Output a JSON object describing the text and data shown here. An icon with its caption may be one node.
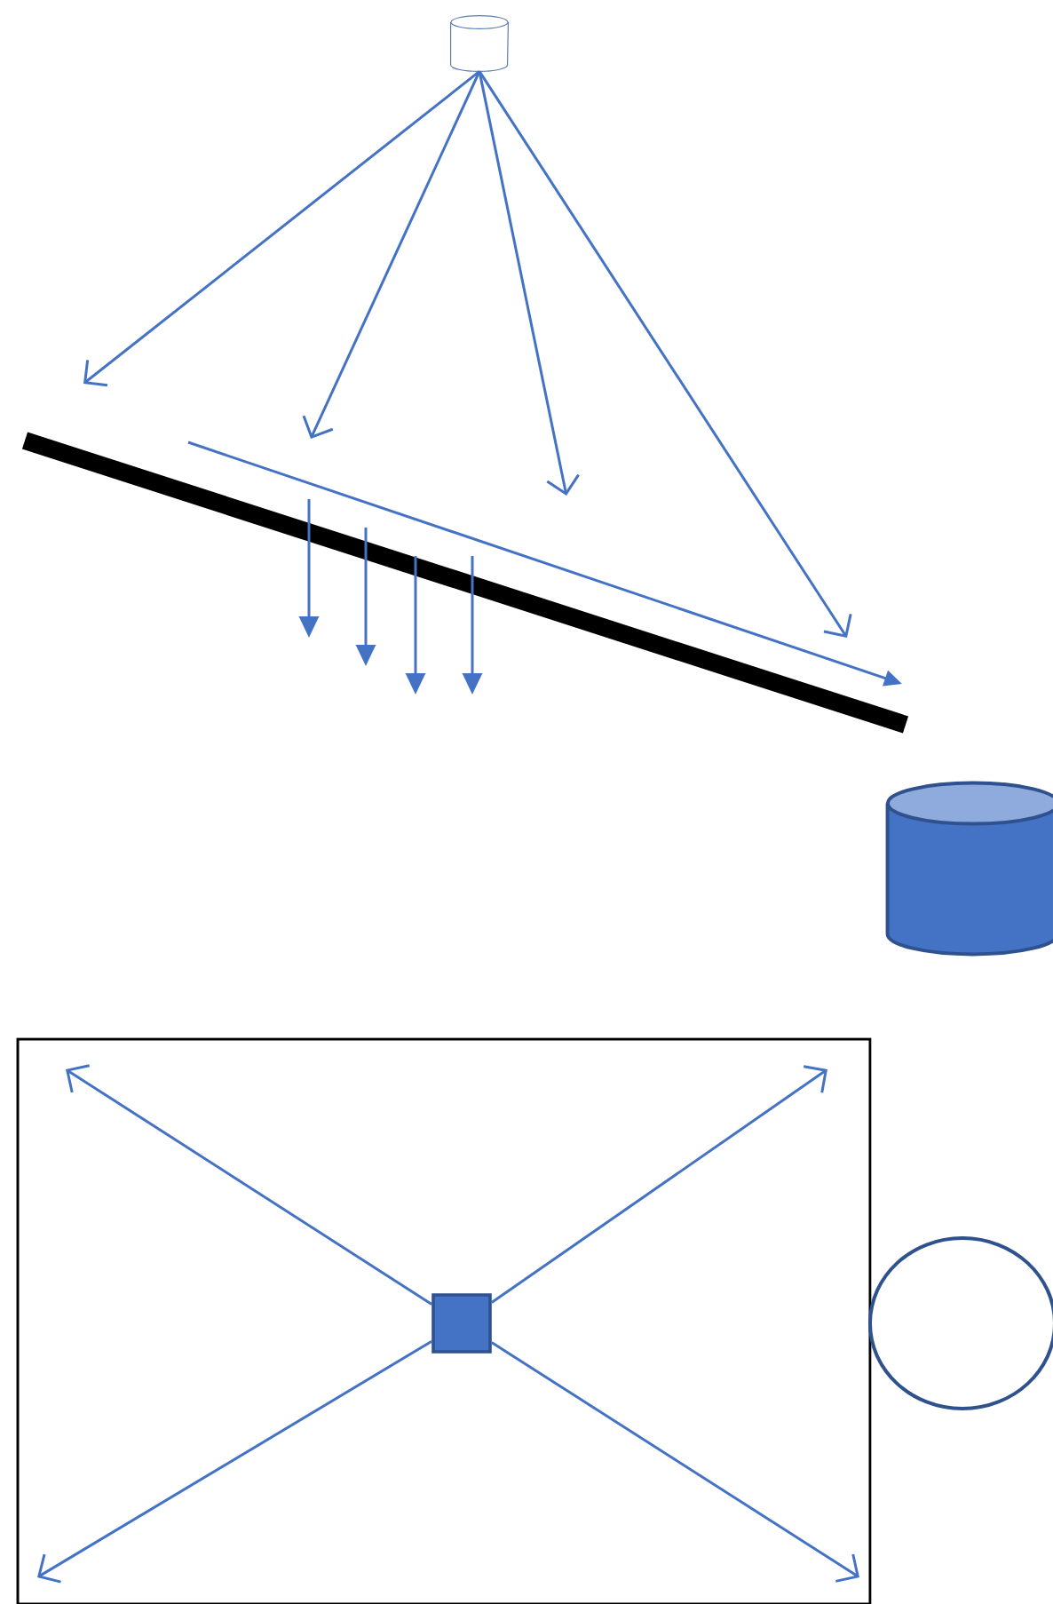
{
  "diagram": {
    "nodes": [
      {
        "text": [],
        "shape": "cylinder"
      },
      {
        "text": [],
        "shape": "cylinder"
      },
      {
        "text": [],
        "shape": "box"
      },
      {
        "text": [],
        "shape": "box",
        "in": 2
      },
      {
        "text": [],
        "shape": "circle"
      }
    ],
    "edges": [
      {
        "from": 0,
        "to": null,
        "arrow": "to"
      },
      {
        "from": 0,
        "to": null,
        "arrow": "to"
      },
      {
        "from": 0,
        "to": null,
        "arrow": "to"
      },
      {
        "from": 0,
        "to": null,
        "arrow": "to"
      },
      {
        "from": 3,
        "to": null,
        "arrow": "to"
      },
      {
        "from": 3,
        "to": null,
        "arrow": "to"
      },
      {
        "from": 3,
        "to": null,
        "arrow": "to"
      },
      {
        "from": 3,
        "to": null,
        "arrow": "to"
      }
    ]
  }
}
